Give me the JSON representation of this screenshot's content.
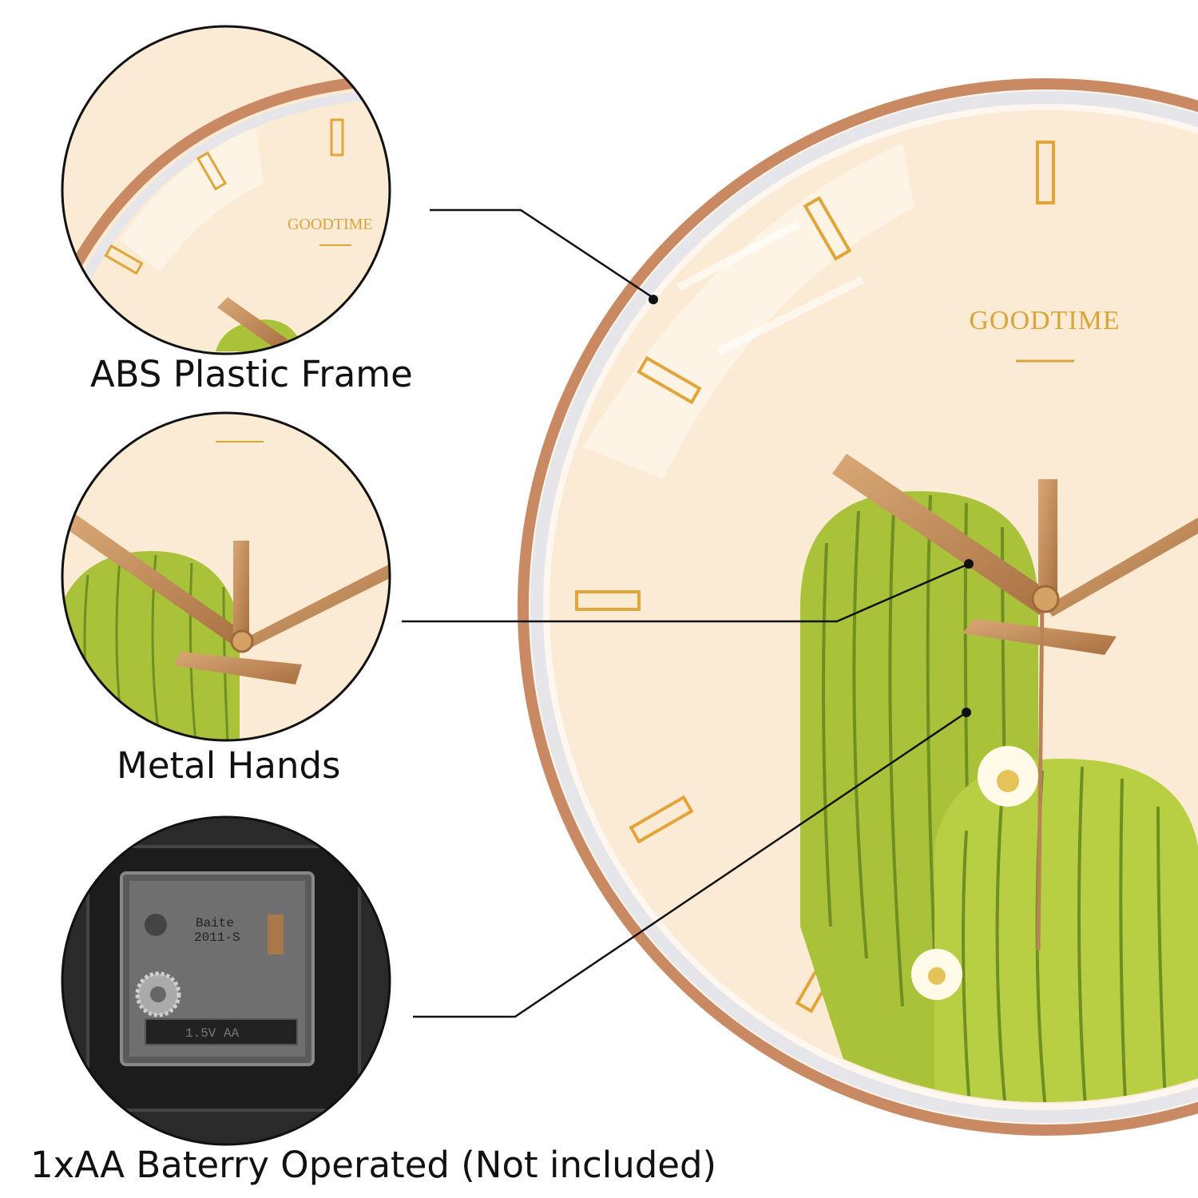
{
  "brand": "GOODTIME",
  "captions": {
    "frame": "ABS Plastic Frame",
    "hands": "Metal Hands",
    "battery": "1xAA Baterry Operated (Not included)"
  },
  "movement": {
    "maker": "Baite",
    "model": "2011-S",
    "battery_label": "1.5V AA"
  },
  "colors": {
    "frame": "#c98a63",
    "face": "#fbead4",
    "marker": "#e2a53a",
    "cactus": "#b5c93e",
    "cactus_stripe": "#7e9b2a",
    "hand": "#c7915a"
  }
}
